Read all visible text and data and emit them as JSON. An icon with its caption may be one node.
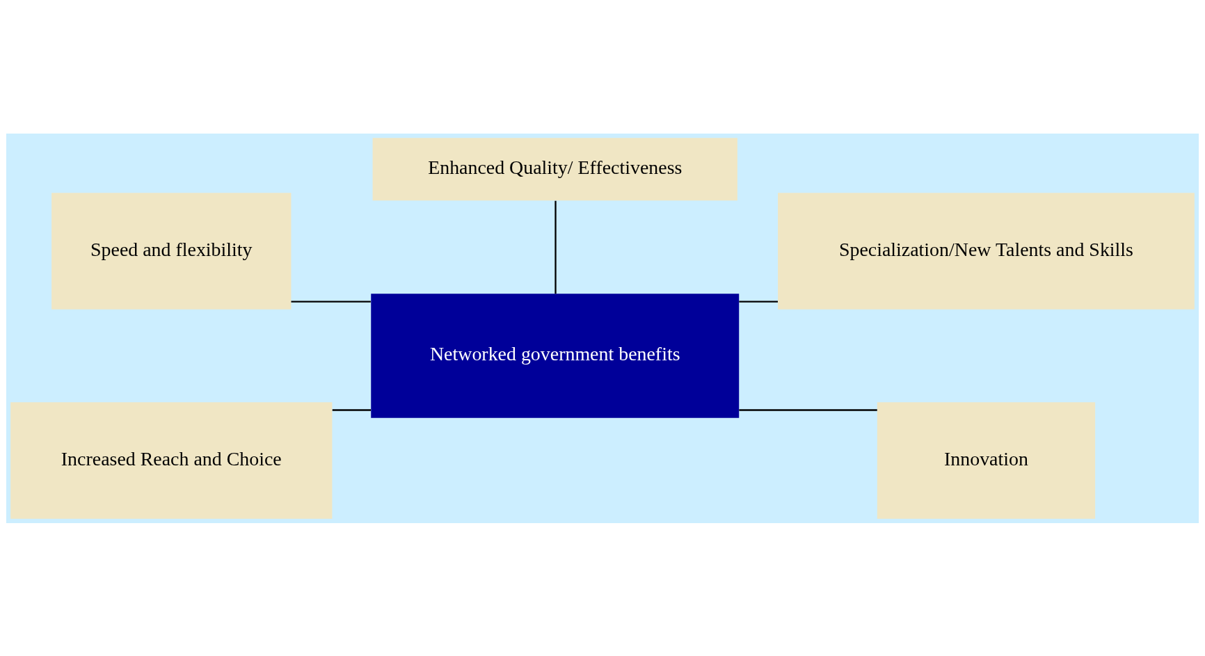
{
  "diagram": {
    "nodes": [
      {
        "text": [
          "Speed and flexibility"
        ]
      },
      {
        "text": [
          "Enhanced Quality/ Effectiveness"
        ]
      },
      {
        "text": [
          "Specialization/New Talents and Skills"
        ]
      },
      {
        "text": [
          "Networked government benefits"
        ]
      },
      {
        "text": [
          "Increased Reach and Choice"
        ]
      },
      {
        "text": [
          "Innovation"
        ]
      }
    ],
    "edges": [
      {
        "from": 0,
        "to": 3,
        "arrow": "none"
      },
      {
        "from": 1,
        "to": 3,
        "arrow": "none"
      },
      {
        "from": 3,
        "to": 2,
        "arrow": "none"
      },
      {
        "from": 4,
        "to": 3,
        "arrow": "none"
      },
      {
        "from": 3,
        "to": 5,
        "arrow": "none"
      }
    ]
  }
}
